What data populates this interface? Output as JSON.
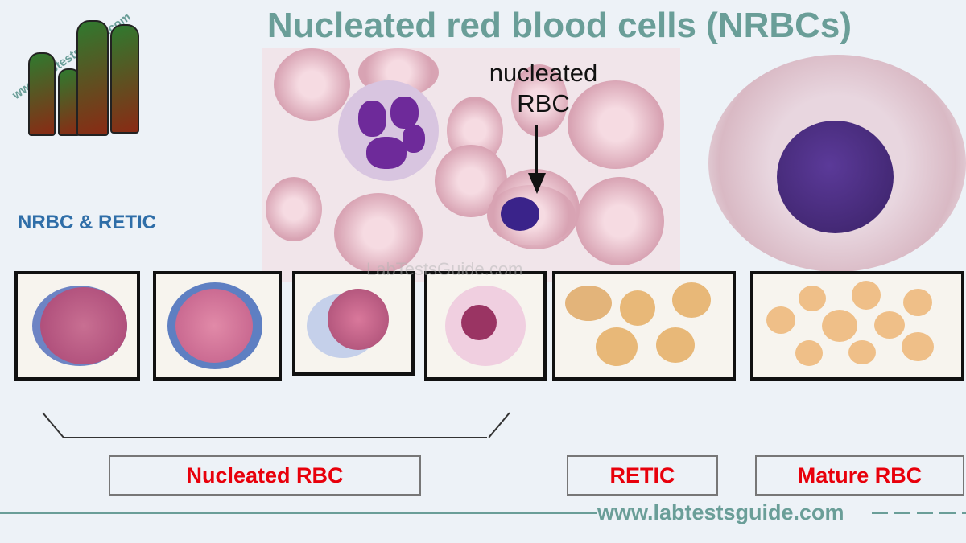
{
  "title": "Nucleated red blood cells (NRBCs)",
  "logo": {
    "text": "www.Labtestsguide.com"
  },
  "callout": {
    "line1": "nucleated",
    "line2": "RBC"
  },
  "subtitle": "NRBC & RETIC",
  "watermark": "LabTestsGuide.com",
  "labels": {
    "nucleated": "Nucleated RBC",
    "retic": "RETIC",
    "mature": "Mature RBC"
  },
  "footer": "www.labtestsguide.com",
  "colors": {
    "title": "#6a9e98",
    "label": "#e8000b",
    "subtitle": "#2f6ea8"
  }
}
